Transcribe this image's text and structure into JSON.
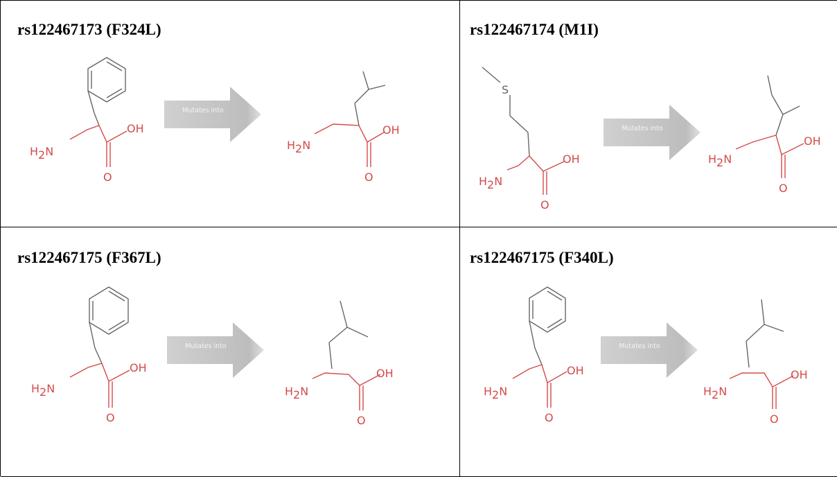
{
  "panels": [
    {
      "title": "rs122467173 (F324L)",
      "arrow_label": "Mutates into"
    },
    {
      "title": "rs122467174 (M1I)",
      "arrow_label": "Mutates into"
    },
    {
      "title": "rs122467175 (F367L)",
      "arrow_label": "Mutates into"
    },
    {
      "title": "rs122467175 (F340L)",
      "arrow_label": "Mutates into"
    }
  ],
  "labels": {
    "amino_h": "H",
    "amino_sub": "2",
    "amino_n": "N",
    "hydroxyl": "OH",
    "oxygen": "O",
    "sulfur": "S"
  },
  "colors": {
    "backbone": "#d44a4a",
    "side_chain": "#666666",
    "arrow": "#c8c8c8"
  }
}
